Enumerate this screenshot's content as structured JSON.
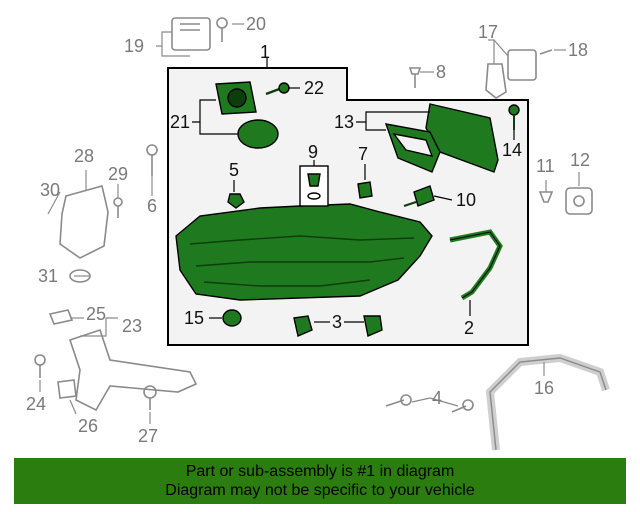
{
  "diagram": {
    "callouts": {
      "n1": "1",
      "n2": "2",
      "n3": "3",
      "n4": "4",
      "n5": "5",
      "n6": "6",
      "n7": "7",
      "n8": "8",
      "n9": "9",
      "n10": "10",
      "n11": "11",
      "n12": "12",
      "n13": "13",
      "n14": "14",
      "n15": "15",
      "n16": "16",
      "n17": "17",
      "n18": "18",
      "n19": "19",
      "n20": "20",
      "n21": "21",
      "n22": "22",
      "n23": "23",
      "n24": "24",
      "n25": "25",
      "n26": "26",
      "n27": "27",
      "n28": "28",
      "n29": "29",
      "n30": "30",
      "n31": "31"
    },
    "colors": {
      "highlight_part": "#1f7a1f",
      "main_outline": "#000000",
      "context_part": "#8a8a8a",
      "panel_fill": "#f3f3f3",
      "banner_bg": "#2b7d0f"
    }
  },
  "banner": {
    "line1": "Part or sub-assembly is #1 in diagram",
    "line2": "Diagram may not be specific to your vehicle"
  }
}
